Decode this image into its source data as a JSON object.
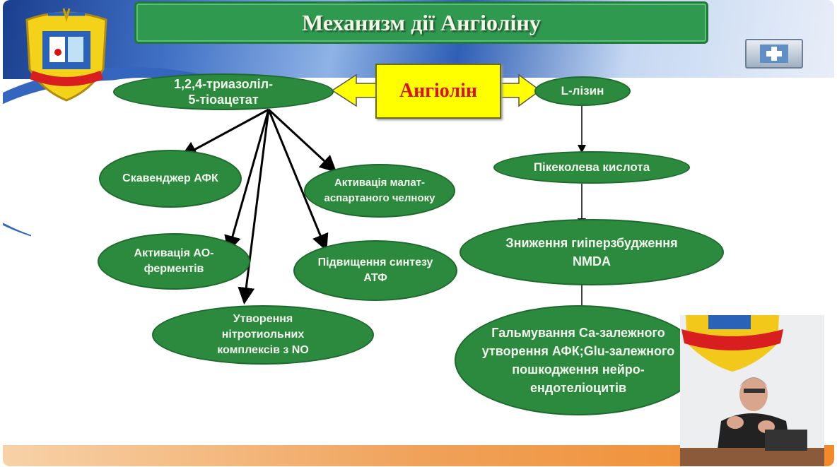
{
  "slide": {
    "title": "Механизм дії Ангіоліну",
    "center_label": "Ангіолін",
    "left_root": "1,2,4-триазоліл-\n5-тіоацетат",
    "right_root": "L-лізин",
    "left_effects": [
      "Скавенджер АФК",
      "Активація малат-\nаспартаного челноку",
      "Активація АО-\nферментів",
      "Підвищення синтезу\nАТФ",
      "Утворення\nнітротиольних\nкомплексів з NO"
    ],
    "right_chain": [
      "Пікеколева  кислота",
      "Зниження гиіперзбудження\nNMDA",
      "Гальмування  Са-залежного\nутворення АФК;Glu-залежного\nпошкодження  нейро-\nендотеліоцитів"
    ]
  },
  "colors": {
    "ellipse": "#2c8a3f",
    "title_bg": "#2f9a4f",
    "center_bg": "#ffff00",
    "center_text": "#e01010",
    "footer": "#f0a25a"
  }
}
